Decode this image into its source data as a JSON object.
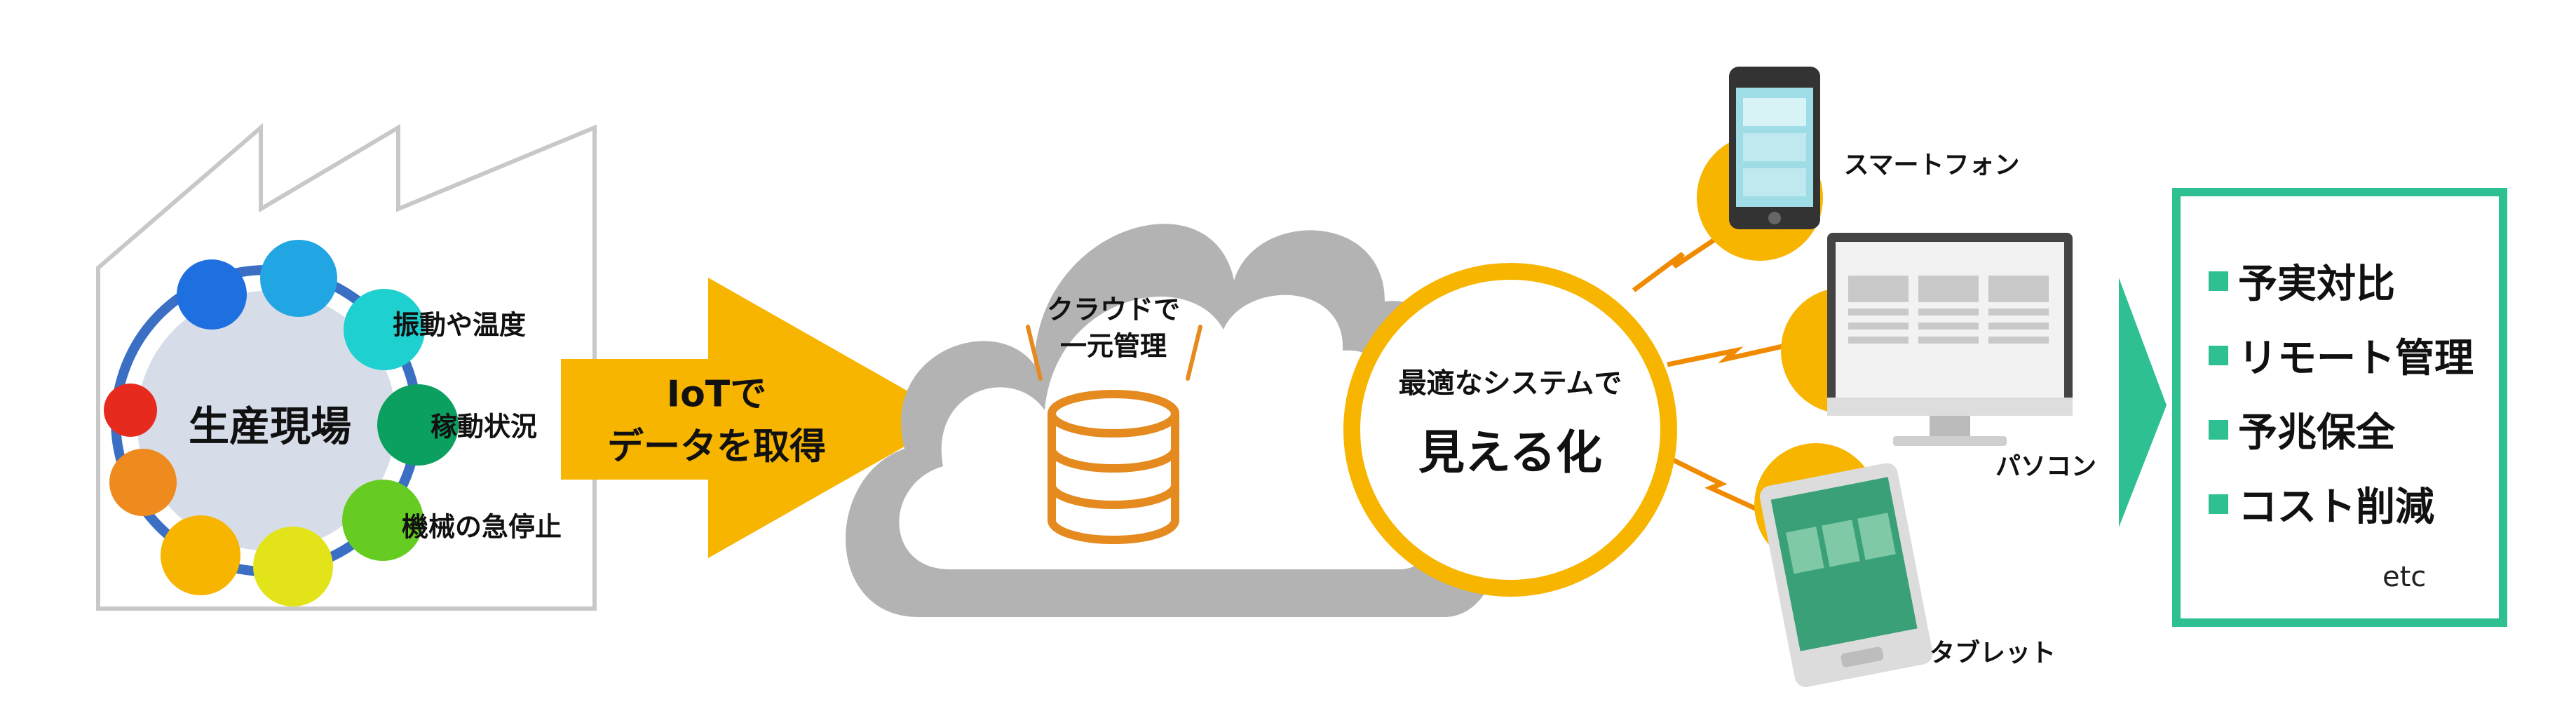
{
  "factory": {
    "label": "生産現場",
    "sensors": [
      "振動や温度",
      "稼動状況",
      "機械の急停止"
    ]
  },
  "arrow_label": [
    "IoTで",
    "データを取得"
  ],
  "cloud_label": [
    "クラウドで",
    "一元管理"
  ],
  "system_label": [
    "最適なシステムで",
    "見える化"
  ],
  "devices": {
    "smartphone": "スマートフォン",
    "pc": "パソコン",
    "tablet": "タブレット"
  },
  "benefits": {
    "items": [
      "予実対比",
      "リモート管理",
      "予兆保全",
      "コスト削減"
    ],
    "etc": "etc"
  },
  "colors": {
    "yellow": "#f7b500",
    "green": "#2ebf93",
    "cloud_gray": "#b3b3b3",
    "db_orange": "#e58a1f",
    "lightning": "#f08a00"
  }
}
